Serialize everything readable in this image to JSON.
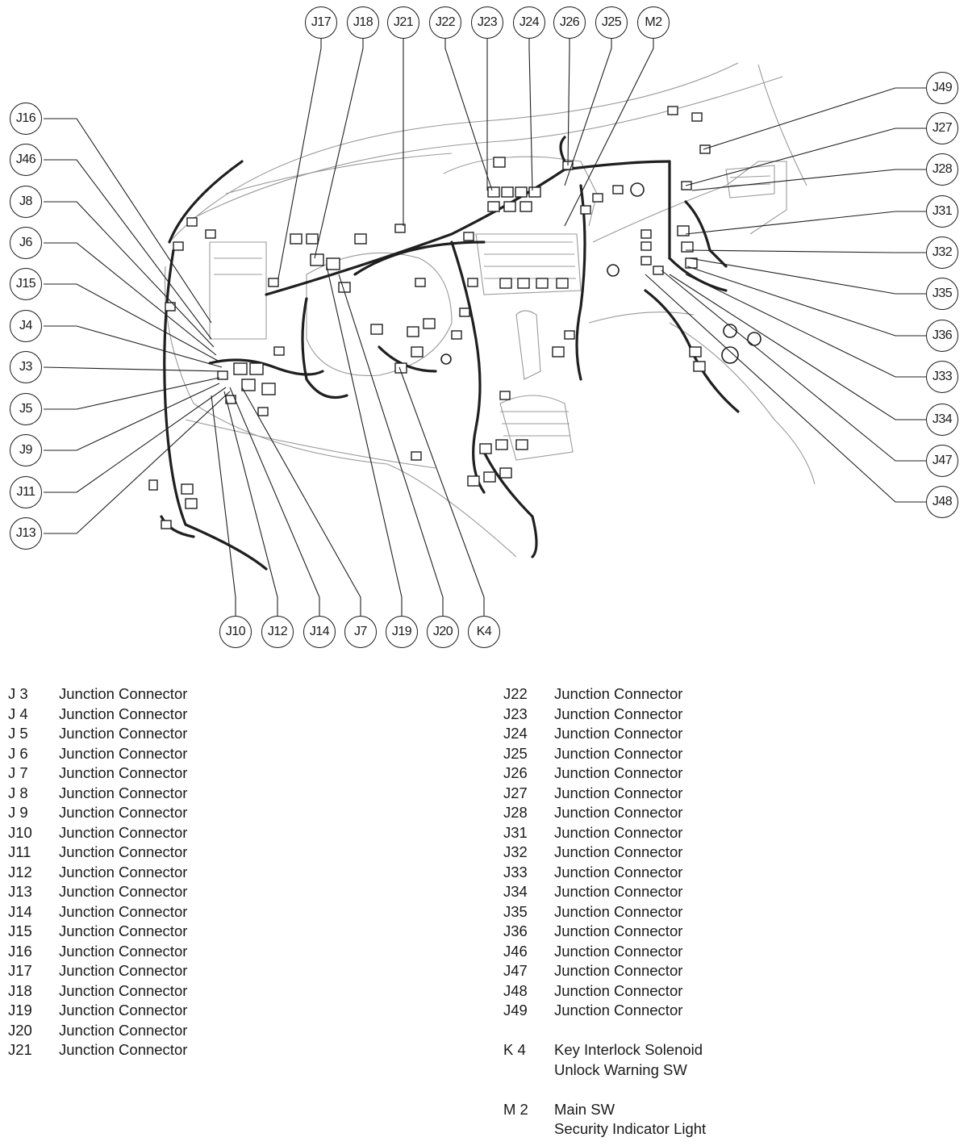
{
  "diagram": {
    "callouts": [
      {
        "id": "c-j17",
        "label": "J17"
      },
      {
        "id": "c-j18",
        "label": "J18"
      },
      {
        "id": "c-j21",
        "label": "J21"
      },
      {
        "id": "c-j22",
        "label": "J22"
      },
      {
        "id": "c-j23",
        "label": "J23"
      },
      {
        "id": "c-j24",
        "label": "J24"
      },
      {
        "id": "c-j26",
        "label": "J26"
      },
      {
        "id": "c-j25",
        "label": "J25"
      },
      {
        "id": "c-m2",
        "label": "M2"
      },
      {
        "id": "c-j16",
        "label": "J16"
      },
      {
        "id": "c-j46",
        "label": "J46"
      },
      {
        "id": "c-j8",
        "label": "J8"
      },
      {
        "id": "c-j6",
        "label": "J6"
      },
      {
        "id": "c-j15",
        "label": "J15"
      },
      {
        "id": "c-j4",
        "label": "J4"
      },
      {
        "id": "c-j3",
        "label": "J3"
      },
      {
        "id": "c-j5",
        "label": "J5"
      },
      {
        "id": "c-j9",
        "label": "J9"
      },
      {
        "id": "c-j11",
        "label": "J11"
      },
      {
        "id": "c-j13",
        "label": "J13"
      },
      {
        "id": "c-j49",
        "label": "J49"
      },
      {
        "id": "c-j27",
        "label": "J27"
      },
      {
        "id": "c-j28",
        "label": "J28"
      },
      {
        "id": "c-j31",
        "label": "J31"
      },
      {
        "id": "c-j32",
        "label": "J32"
      },
      {
        "id": "c-j35",
        "label": "J35"
      },
      {
        "id": "c-j36",
        "label": "J36"
      },
      {
        "id": "c-j33",
        "label": "J33"
      },
      {
        "id": "c-j34",
        "label": "J34"
      },
      {
        "id": "c-j47",
        "label": "J47"
      },
      {
        "id": "c-j48",
        "label": "J48"
      },
      {
        "id": "c-j10",
        "label": "J10"
      },
      {
        "id": "c-j12",
        "label": "J12"
      },
      {
        "id": "c-j14",
        "label": "J14"
      },
      {
        "id": "c-j7",
        "label": "J7"
      },
      {
        "id": "c-j19",
        "label": "J19"
      },
      {
        "id": "c-j20",
        "label": "J20"
      },
      {
        "id": "c-k4",
        "label": "K4"
      }
    ]
  },
  "legend": {
    "left": [
      {
        "code": "J 3",
        "desc": [
          "Junction Connector"
        ]
      },
      {
        "code": "J 4",
        "desc": [
          "Junction Connector"
        ]
      },
      {
        "code": "J 5",
        "desc": [
          "Junction Connector"
        ]
      },
      {
        "code": "J 6",
        "desc": [
          "Junction Connector"
        ]
      },
      {
        "code": "J 7",
        "desc": [
          "Junction Connector"
        ]
      },
      {
        "code": "J 8",
        "desc": [
          "Junction Connector"
        ]
      },
      {
        "code": "J 9",
        "desc": [
          "Junction Connector"
        ]
      },
      {
        "code": "J10",
        "desc": [
          "Junction Connector"
        ]
      },
      {
        "code": "J11",
        "desc": [
          "Junction Connector"
        ]
      },
      {
        "code": "J12",
        "desc": [
          "Junction Connector"
        ]
      },
      {
        "code": "J13",
        "desc": [
          "Junction Connector"
        ]
      },
      {
        "code": "J14",
        "desc": [
          "Junction Connector"
        ]
      },
      {
        "code": "J15",
        "desc": [
          "Junction Connector"
        ]
      },
      {
        "code": "J16",
        "desc": [
          "Junction Connector"
        ]
      },
      {
        "code": "J17",
        "desc": [
          "Junction Connector"
        ]
      },
      {
        "code": "J18",
        "desc": [
          "Junction Connector"
        ]
      },
      {
        "code": "J19",
        "desc": [
          "Junction Connector"
        ]
      },
      {
        "code": "J20",
        "desc": [
          "Junction Connector"
        ]
      },
      {
        "code": "J21",
        "desc": [
          "Junction Connector"
        ]
      }
    ],
    "right": [
      {
        "code": "J22",
        "desc": [
          "Junction Connector"
        ]
      },
      {
        "code": "J23",
        "desc": [
          "Junction Connector"
        ]
      },
      {
        "code": "J24",
        "desc": [
          "Junction Connector"
        ]
      },
      {
        "code": "J25",
        "desc": [
          "Junction Connector"
        ]
      },
      {
        "code": "J26",
        "desc": [
          "Junction Connector"
        ]
      },
      {
        "code": "J27",
        "desc": [
          "Junction Connector"
        ]
      },
      {
        "code": "J28",
        "desc": [
          "Junction Connector"
        ]
      },
      {
        "code": "J31",
        "desc": [
          "Junction Connector"
        ]
      },
      {
        "code": "J32",
        "desc": [
          "Junction Connector"
        ]
      },
      {
        "code": "J33",
        "desc": [
          "Junction Connector"
        ]
      },
      {
        "code": "J34",
        "desc": [
          "Junction Connector"
        ]
      },
      {
        "code": "J35",
        "desc": [
          "Junction Connector"
        ]
      },
      {
        "code": "J36",
        "desc": [
          "Junction Connector"
        ]
      },
      {
        "code": "J46",
        "desc": [
          "Junction Connector"
        ]
      },
      {
        "code": "J47",
        "desc": [
          "Junction Connector"
        ]
      },
      {
        "code": "J48",
        "desc": [
          "Junction Connector"
        ]
      },
      {
        "code": "J49",
        "desc": [
          "Junction Connector"
        ]
      },
      {
        "code": "",
        "desc": [
          ""
        ]
      },
      {
        "code": "K 4",
        "desc": [
          "Key Interlock Solenoid",
          "Unlock Warning SW"
        ]
      },
      {
        "code": "",
        "desc": [
          ""
        ]
      },
      {
        "code": "M 2",
        "desc": [
          "Main SW",
          "Security Indicator Light"
        ]
      }
    ]
  }
}
